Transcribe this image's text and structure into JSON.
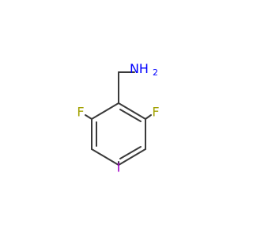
{
  "molecule": {
    "bond_color": "#3a3a3a",
    "atoms": {
      "amine": {
        "text": "NH",
        "subscript": "2",
        "color": "#0000ff"
      },
      "fluorine_left": {
        "text": "F",
        "color": "#a2a100"
      },
      "fluorine_right": {
        "text": "F",
        "color": "#a2a100"
      },
      "iodine": {
        "text": "I",
        "color": "#a000c8"
      }
    }
  }
}
